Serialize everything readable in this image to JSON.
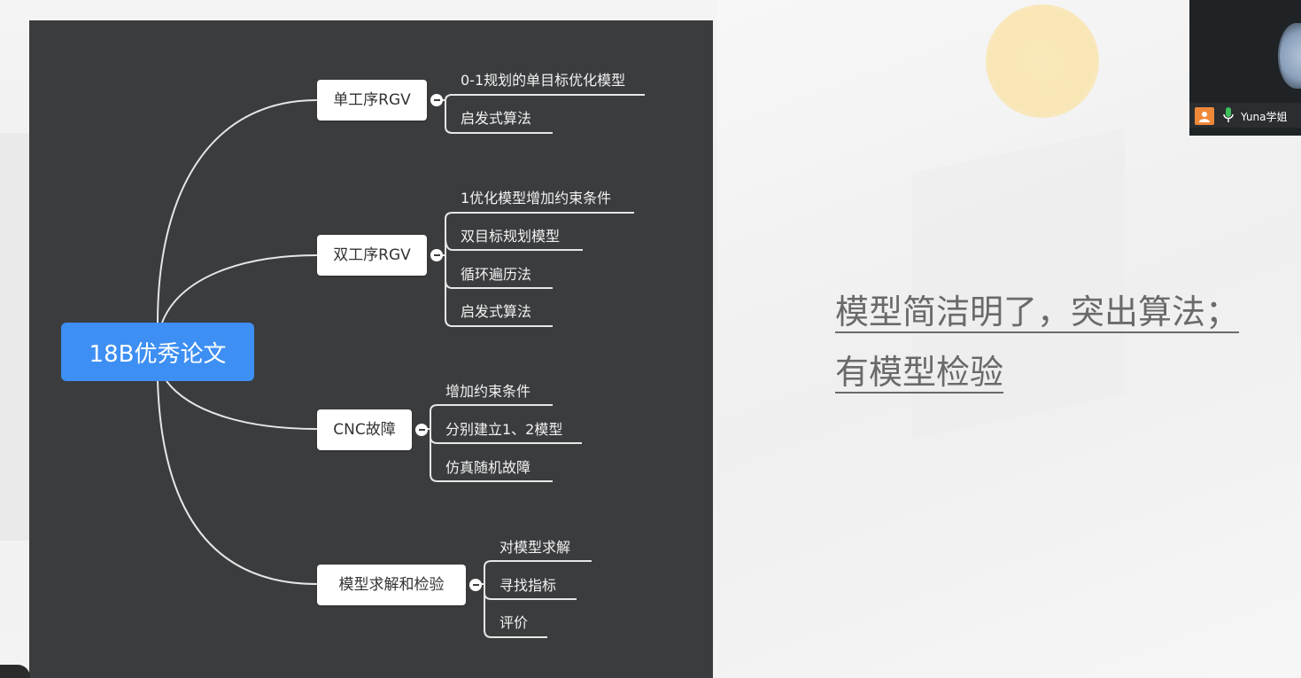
{
  "mindmap": {
    "root": "18B优秀论文",
    "branches": [
      {
        "label": "单工序RGV",
        "children": [
          "0-1规划的单目标优化模型",
          "启发式算法"
        ]
      },
      {
        "label": "双工序RGV",
        "children": [
          "1优化模型增加约束条件",
          "双目标规划模型",
          "循环遍历法",
          "启发式算法"
        ]
      },
      {
        "label": "CNC故障",
        "children": [
          "增加约束条件",
          "分别建立1、2模型",
          "仿真随机故障"
        ]
      },
      {
        "label": "模型求解和检验",
        "children": [
          "对模型求解",
          "寻找指标",
          "评价"
        ]
      }
    ]
  },
  "slide": {
    "line1": "模型简洁明了，突出算法；",
    "line2": "有模型检验"
  },
  "video": {
    "participant_name": "Yuna学姐"
  },
  "icons": {
    "user": "user-icon",
    "mic": "mic-icon",
    "collapse": "collapse-icon"
  },
  "colors": {
    "panel_bg": "#3b3c3e",
    "root_bg": "#3d8ff3",
    "connector": "#e6e6e6",
    "slide_text": "#6a6a6a"
  }
}
